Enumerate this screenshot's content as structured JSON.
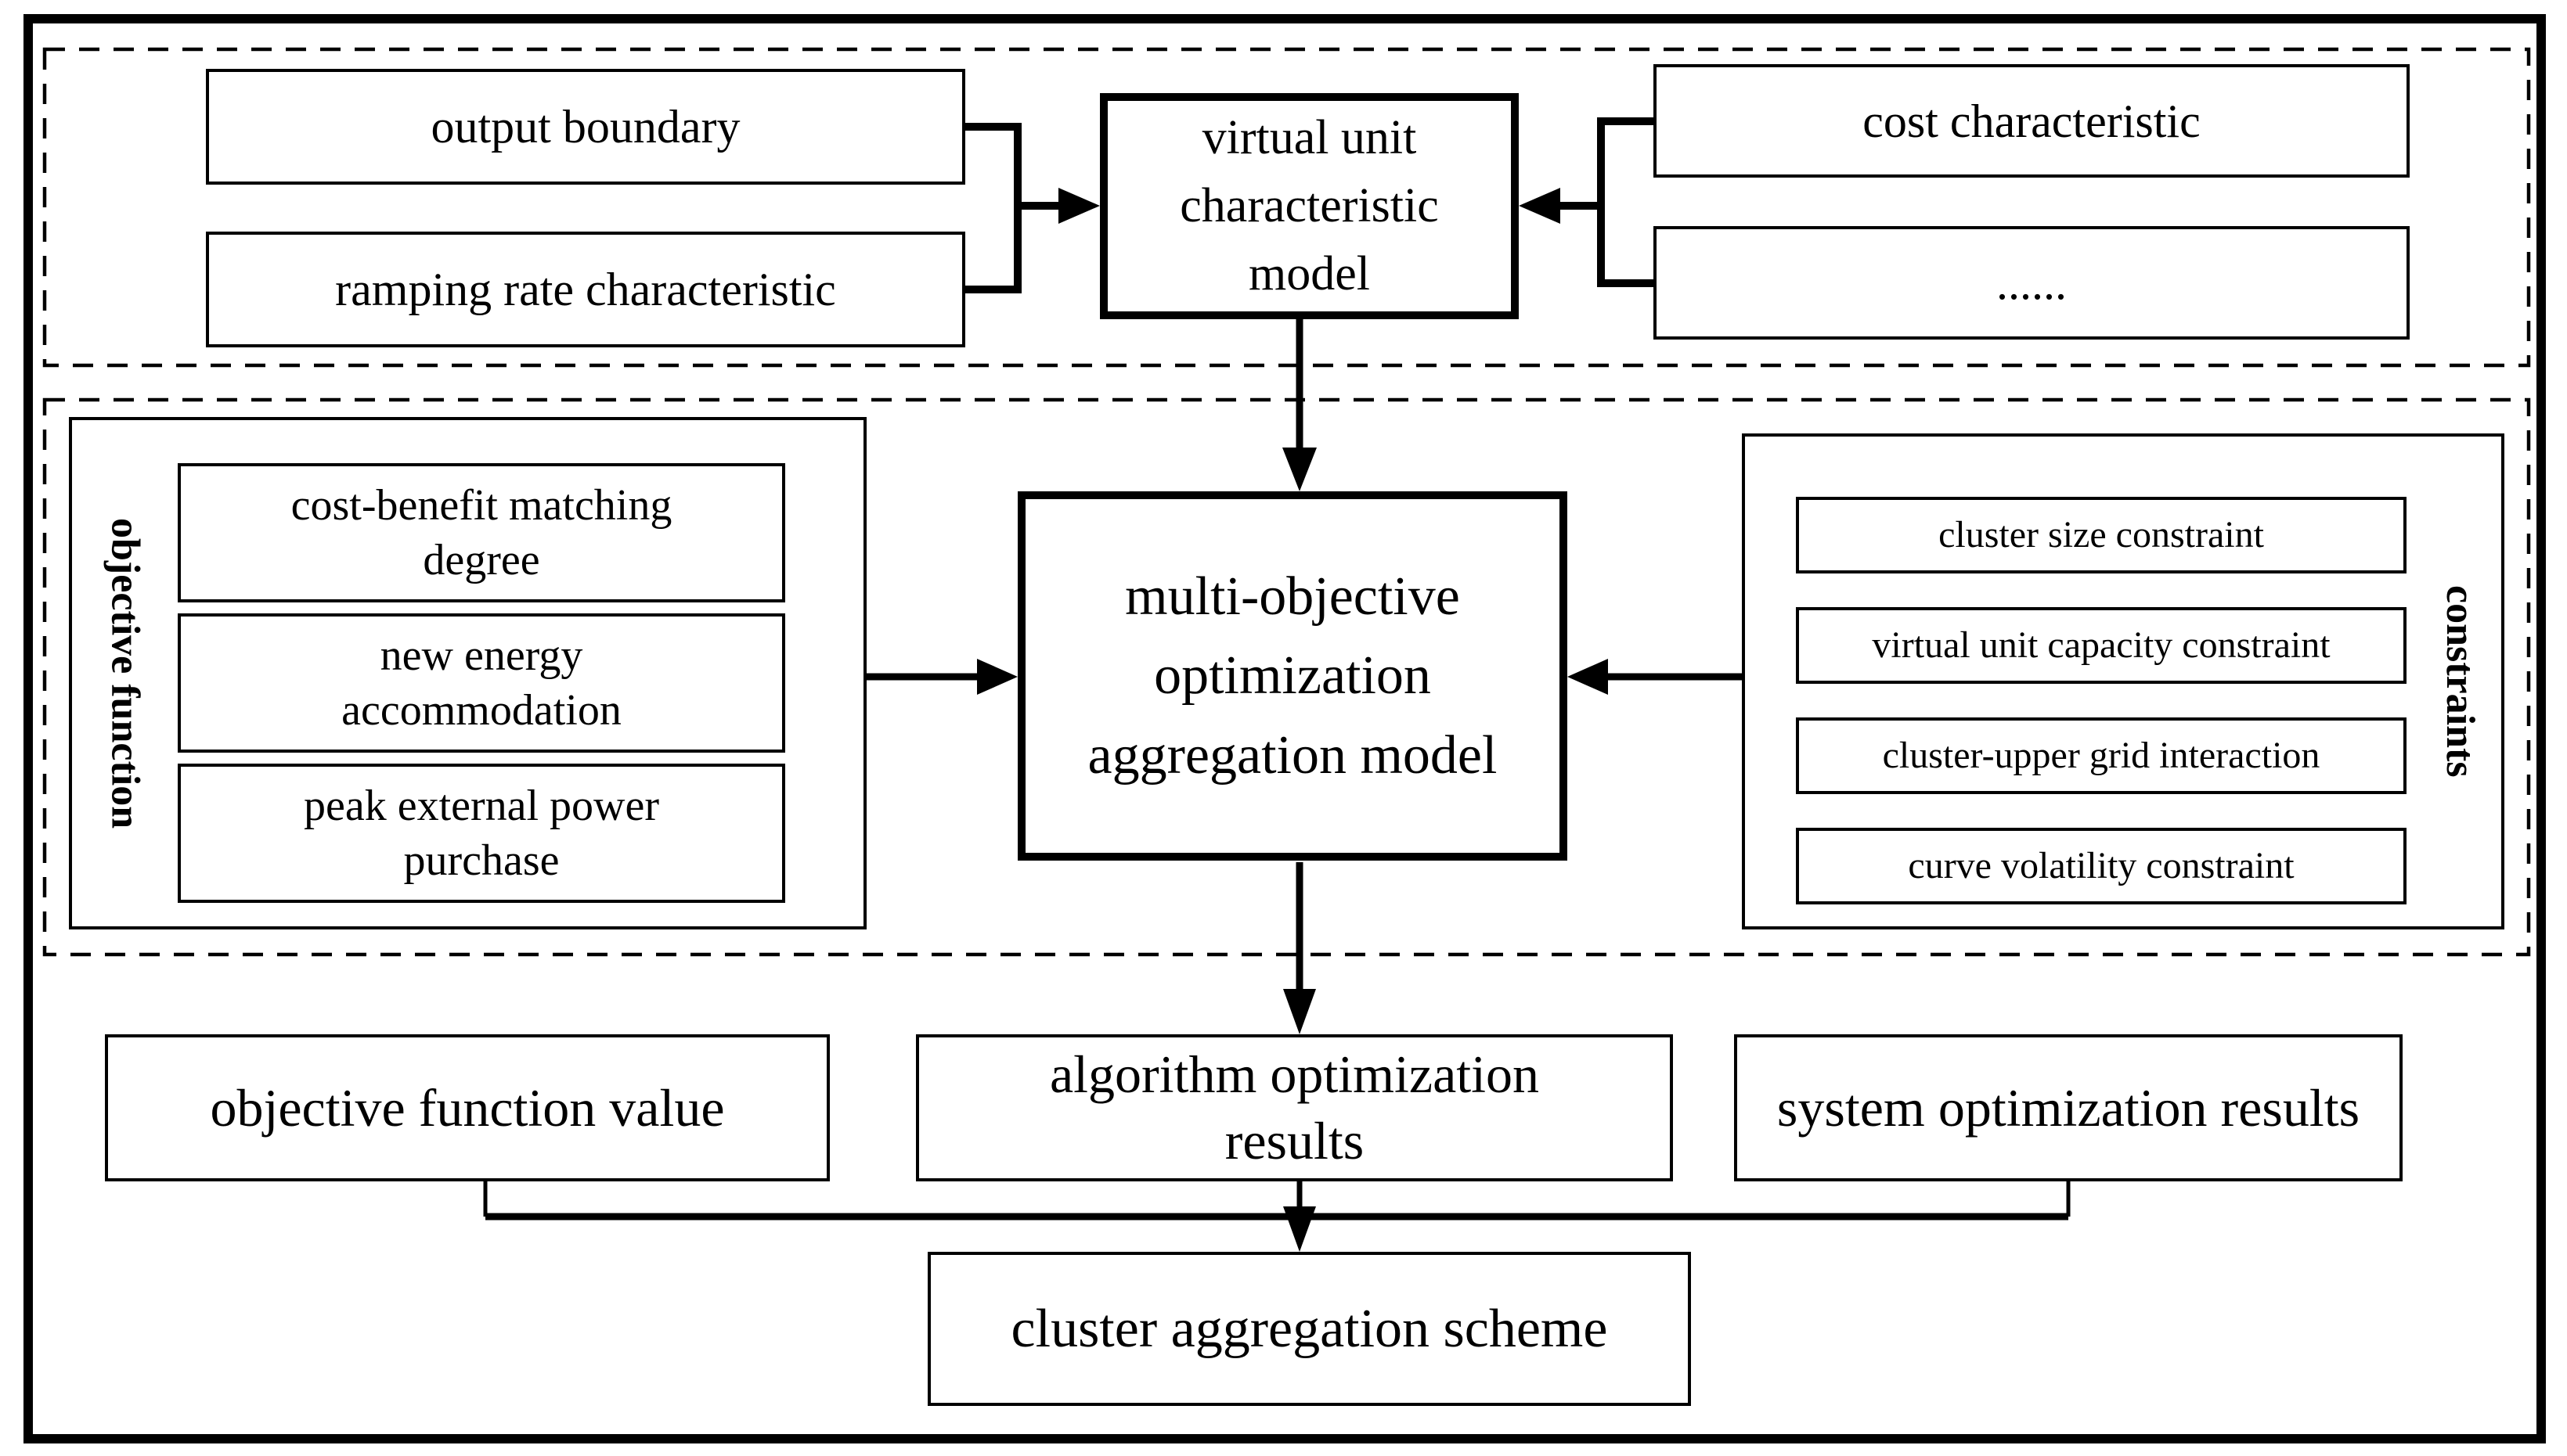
{
  "figure": {
    "colors": {
      "line": "#000000",
      "background": "#ffffff"
    },
    "top": {
      "left_inputs": [
        "output boundary",
        "ramping rate characteristic"
      ],
      "model": "virtual unit\ncharacteristic\nmodel",
      "right_inputs": [
        "cost characteristic",
        "......"
      ]
    },
    "middle": {
      "objective_group": {
        "title": "objective function",
        "items": [
          "cost-benefit matching\ndegree",
          "new energy\naccommodation",
          "peak external power\npurchase"
        ]
      },
      "model": "multi-objective\noptimization\naggregation model",
      "constraints_group": {
        "title": "constraints",
        "items": [
          "cluster size constraint",
          "virtual unit capacity constraint",
          "cluster-upper grid interaction",
          "curve volatility constraint"
        ]
      }
    },
    "bottom": {
      "results": [
        "objective function value",
        "algorithm optimization\nresults",
        "system optimization results"
      ],
      "final": "cluster aggregation scheme"
    }
  }
}
